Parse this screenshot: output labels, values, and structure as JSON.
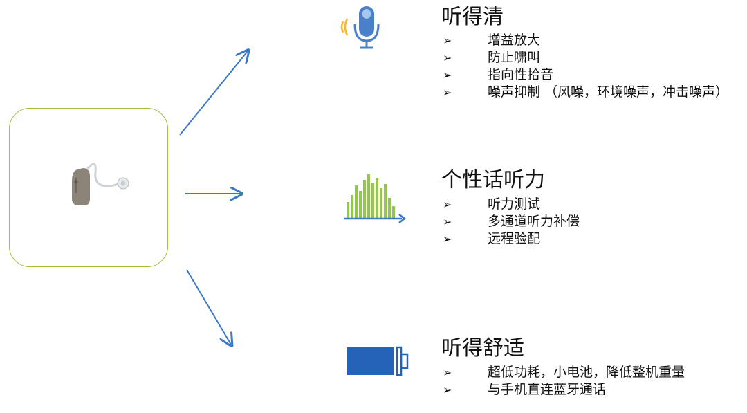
{
  "sections": [
    {
      "title": "听得清",
      "icon": "microphone-icon",
      "bullets": [
        "增益放大",
        "防止啸叫",
        "指向性拾音",
        "噪声抑制 （风噪，环境噪声，冲击噪声）"
      ]
    },
    {
      "title": "个性话听力",
      "icon": "frequency-bars-icon",
      "bullets": [
        "听力测试",
        "多通道听力补偿",
        "远程验配"
      ]
    },
    {
      "title": "听得舒适",
      "icon": "battery-icon",
      "bullets": [
        "超低功耗，小电池，降低整机重量",
        "与手机直连蓝牙通话"
      ]
    }
  ],
  "bullet_symbol": "➢",
  "colors": {
    "box_border": "#9bbf3e",
    "arrow": "#3a78c2",
    "mic_blue": "#4a7fc9",
    "mic_waves": "#f2b632",
    "bars_green": "#92c84a",
    "battery_blue": "#2563b8"
  }
}
